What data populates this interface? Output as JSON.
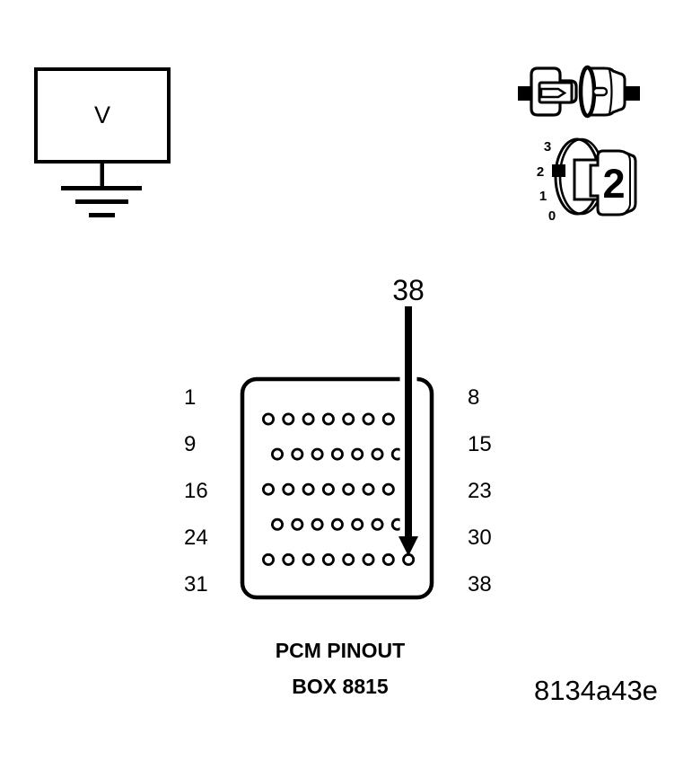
{
  "colors": {
    "ink": "#000000",
    "paper": "#ffffff"
  },
  "voltmeter": {
    "label": "V"
  },
  "rotary_dial": {
    "scale": [
      "3",
      "2",
      "1",
      "0"
    ],
    "selected_position": "2",
    "knob_label": "2"
  },
  "probe": {
    "label": "38"
  },
  "pcm_connector": {
    "rows": [
      {
        "left_label": "1",
        "right_label": "8",
        "pins": 8,
        "staggered": false
      },
      {
        "left_label": "9",
        "right_label": "15",
        "pins": 7,
        "staggered": true
      },
      {
        "left_label": "16",
        "right_label": "23",
        "pins": 8,
        "staggered": false
      },
      {
        "left_label": "24",
        "right_label": "30",
        "pins": 7,
        "staggered": true
      },
      {
        "left_label": "31",
        "right_label": "38",
        "pins": 8,
        "staggered": false
      }
    ],
    "target_pin": "38",
    "caption_line1": "PCM PINOUT",
    "caption_line2": "BOX 8815"
  },
  "figure_code": "8134a43e"
}
